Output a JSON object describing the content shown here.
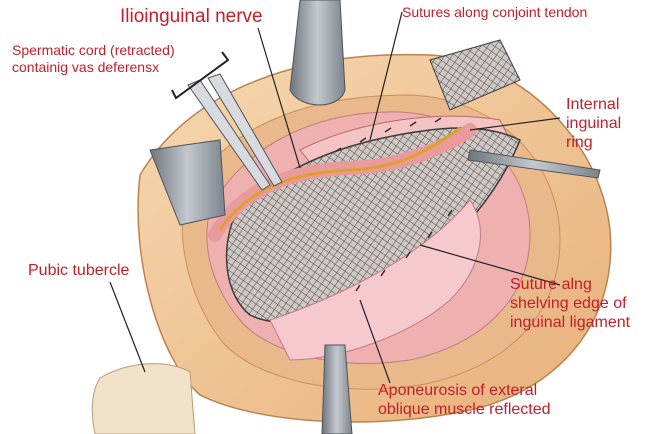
{
  "labels": {
    "ilioinguinal_nerve": "Ilioinguinal nerve",
    "sutures_conjoint": "Sutures along conjoint tendon",
    "spermatic_cord": [
      "Spermatic cord (retracted)",
      "containig vas deferensx"
    ],
    "internal_ring": [
      "Internal",
      "inguinal",
      "ring"
    ],
    "pubic_tubercle": "Pubic tubercle",
    "suture_shelving": [
      "Suture alng",
      "shelving edge of",
      "inguinal ligament"
    ],
    "aponeurosis": [
      "Aponeurosis of exteral",
      "oblique muscle reflected"
    ]
  },
  "colors": {
    "label_text": "#c0202a",
    "skin": "#f3cfa3",
    "skin_dark": "#e2a86d",
    "tissue_pink": "#efb0b0",
    "mesh": "#5a5a5a",
    "nerve": "#e0a030",
    "retractor": "#9aa0a8"
  }
}
